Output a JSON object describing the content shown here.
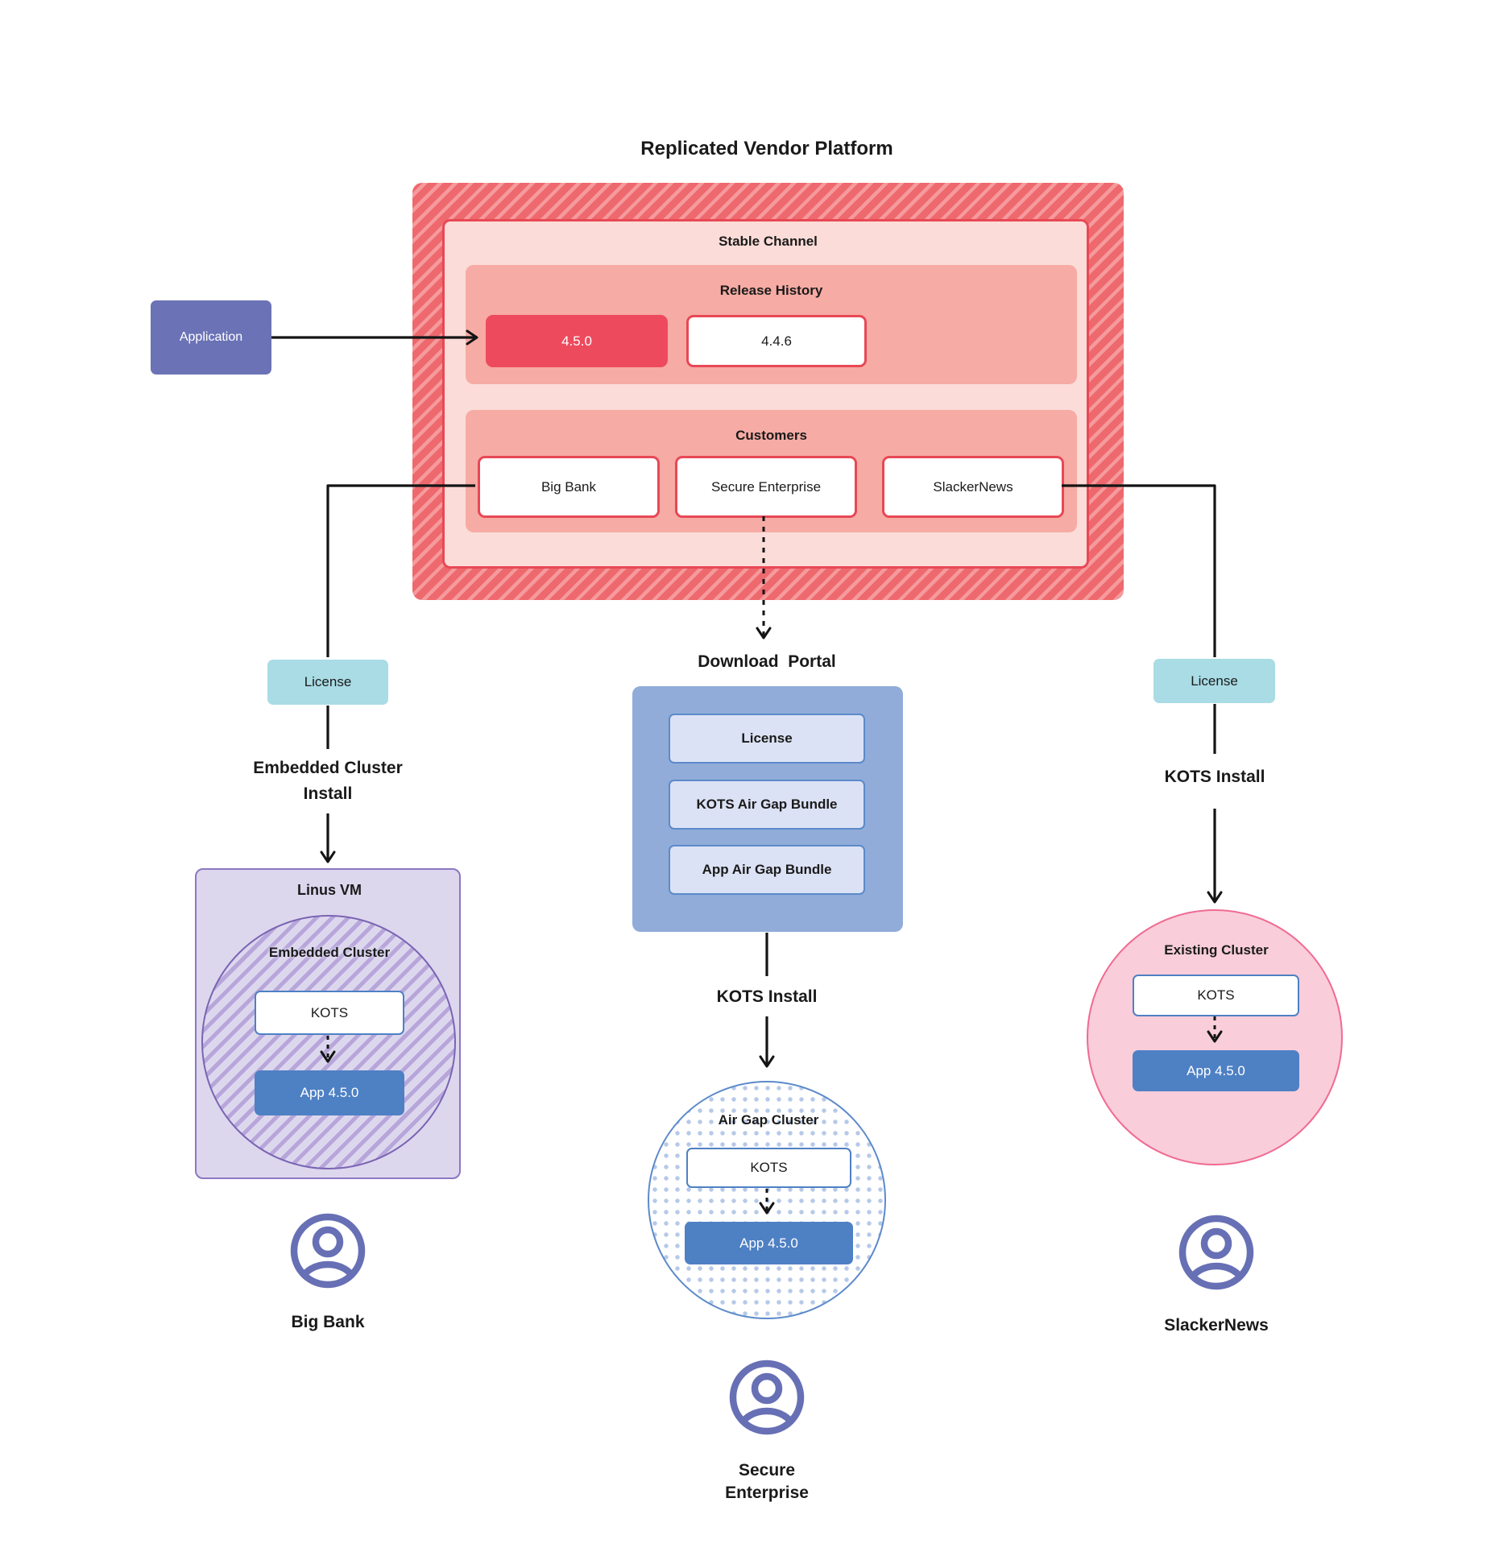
{
  "diagram": {
    "title": "Replicated Vendor Platform",
    "platform": {
      "stable_channel": {
        "label": "Stable Channel",
        "release_history": {
          "label": "Release History",
          "releases": [
            {
              "version": "4.5.0",
              "state": "current"
            },
            {
              "version": "4.4.6",
              "state": "previous"
            }
          ]
        },
        "customers": {
          "label": "Customers",
          "items": [
            {
              "name": "Big Bank"
            },
            {
              "name": "Secure Enterprise"
            },
            {
              "name": "SlackerNews"
            }
          ]
        }
      }
    },
    "application": {
      "label": "Application"
    },
    "flows": {
      "big_bank": {
        "license_label": "License",
        "install_line1": "Embedded Cluster",
        "install_line2": "Install",
        "vm_label": "Linus VM",
        "cluster_label": "Embedded Cluster",
        "kots_label": "KOTS",
        "app_label": "App 4.5.0",
        "user_label": "Big Bank"
      },
      "secure_enterprise": {
        "portal_label": "Download  Portal",
        "portal_items": [
          {
            "label": "License"
          },
          {
            "label": "KOTS Air Gap Bundle"
          },
          {
            "label": "App Air Gap Bundle"
          }
        ],
        "install_label": "KOTS Install",
        "cluster_label": "Air Gap Cluster",
        "kots_label": "KOTS",
        "app_label": "App 4.5.0",
        "user_line1": "Secure",
        "user_line2": "Enterprise"
      },
      "slackernews": {
        "license_label": "License",
        "install_label": "KOTS Install",
        "cluster_label": "Existing Cluster",
        "kots_label": "KOTS",
        "app_label": "App 4.5.0",
        "user_label": "SlackerNews"
      }
    },
    "colors": {
      "platform_stripe_dark": "#ee696d",
      "platform_stripe_light": "#f59a9d",
      "channel_bg": "#fbdcd8",
      "channel_border": "#e84855",
      "section_bg": "#f6aba4",
      "release_current_bg": "#ee4a5e",
      "application_bg": "#6b73b6",
      "license_bg": "#a9dce5",
      "portal_bg": "#91acd9",
      "portal_item_bg": "#dce2f5",
      "portal_item_border": "#5c8aca",
      "app_chip_bg": "#4e80c4",
      "vm_bg": "#ddd7ee",
      "vm_border": "#8d77c1",
      "embedded_stripe": "#b7a6da",
      "existing_bg": "#f9cdd9",
      "existing_border": "#f06a92",
      "air_gap_dot": "#b6c9e8",
      "user_icon": "#6770b5",
      "connector": "#141414"
    }
  }
}
